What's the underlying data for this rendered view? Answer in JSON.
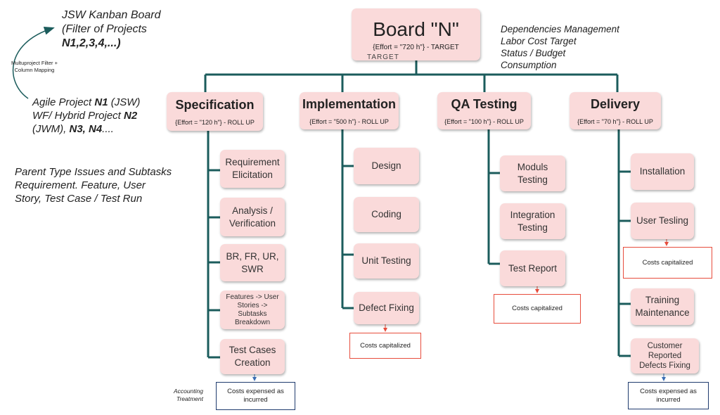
{
  "root": {
    "title": "Board \"N\"",
    "effort": "{Effort = \"720 h\"} - TARGET",
    "under_text": "TARGET"
  },
  "dependencies": {
    "lines": [
      "Dependencies Management",
      "Labor Cost Target",
      "Status / Budget",
      "Consumption"
    ]
  },
  "kanban": {
    "line1": "JSW Kanban Board",
    "line2": "(Filter of Projects",
    "line3": "N1,2,3,4,...)"
  },
  "mapping_label": "Multuproject  Filter + Column Mapping",
  "agile": {
    "p1": "Agile Project ",
    "b1": "N1",
    "p2": " (JSW)",
    "p3": "WF/ Hybrid Project ",
    "b2": "N2",
    "p4": "(JWM), ",
    "b3": "N3, N4",
    "p5": "...."
  },
  "parent_note": {
    "line1": "Parent Type Issues and Subtasks",
    "line2": "Requirement. Feature, User",
    "line3": "Story, Test Case / Test Run"
  },
  "accounting_label": "Accounting Treatment",
  "columns": [
    {
      "title": "Specification",
      "effort": "{Effort = \"120 h\"} - ROLL UP",
      "tasks": [
        "Requirement Elicitation",
        "Analysis / Verification",
        "BR, FR, UR, SWR",
        "Features -> User Stories -> Subtasks Breakdown",
        "Test Cases Creation"
      ],
      "cost": "Costs expensed as incurred"
    },
    {
      "title": "Implementation",
      "effort": "{Effort = \"500 h\"} - ROLL UP",
      "tasks": [
        "Design",
        "Coding",
        "Unit Testing",
        "Defect Fixing"
      ],
      "cost": "Costs capitalized"
    },
    {
      "title": "QA Testing",
      "effort": "{Effort = \"100 h\"} - ROLL UP",
      "tasks": [
        "Moduls Testing",
        "Integration Testing",
        "Test Report"
      ],
      "cost": "Costs capitalized"
    },
    {
      "title": "Delivery",
      "effort": "{Effort = \"70 h\"} - ROLL UP",
      "tasks": [
        "Installation",
        "User Tesling",
        "Training Maintenance",
        "Customer Reported Defects Fixing"
      ],
      "costs": [
        "Costs capitalized",
        "Costs expensed as incurred"
      ]
    }
  ],
  "colors": {
    "node_fill": "#fadada",
    "connector": "#1b5c5c",
    "cost_red": "#e74c3c",
    "cost_blue": "#1f3b6e",
    "arrow_blue": "#3a6fb5",
    "arrow_red": "#e74c3c"
  }
}
